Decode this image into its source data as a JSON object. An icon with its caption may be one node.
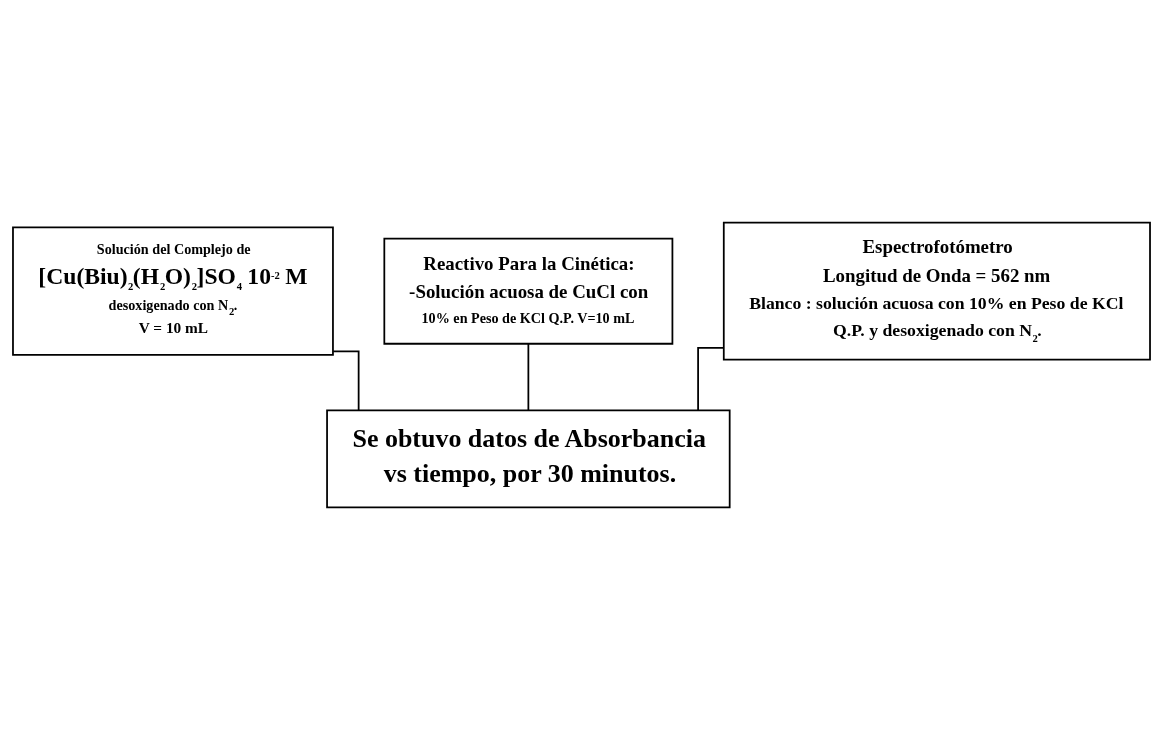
{
  "diagram": {
    "nodes": [
      {
        "text": [
          "Solución del Complejo de",
          "[Cu(Biu)$_{2}$(H$_{2}$O)$_{2}$]SO$_{4}$ 10$^{-2}$ M",
          "desoxigenado con N$_{2}$.",
          "V = 10 mL"
        ]
      },
      {
        "text": [
          "Reactivo Para la Cinética:",
          "-Solución acuosa de CuCl con",
          "10% en Peso de KCl Q.P. V=10 mL"
        ]
      },
      {
        "text": [
          "Espectrofotómetro",
          "Longitud de Onda = 562 nm",
          "Blanco : solución acuosa con 10% en Peso de KCl Q.P. y desoxigenado con N$_{2}$."
        ]
      },
      {
        "text": [
          "Se obtuvo datos de Absorbancia vs tiempo, por 30 minutos."
        ]
      }
    ],
    "edges": [
      {
        "from": 0,
        "to": 3,
        "arrow": "none"
      },
      {
        "from": 1,
        "to": 3,
        "arrow": "none"
      },
      {
        "from": 2,
        "to": 3,
        "arrow": "none"
      }
    ]
  }
}
